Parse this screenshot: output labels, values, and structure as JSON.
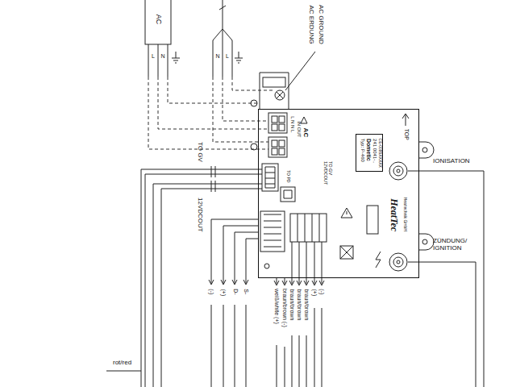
{
  "diagram": {
    "nodes": [
      {
        "text": [
          "TOP",
          "AC",
          "IN OUT",
          "L N N L",
          "TO GV 12VDCOUT",
          "TO PD",
          "HeatTec",
          "Heattechnik GmbH"
        ]
      },
      {
        "text": [
          "Typ: P-460",
          "Dometic",
          "241 0041-..",
          "CE-0085XXXXX"
        ],
        "in": 0
      }
    ],
    "labels": [
      "AC",
      "L",
      "N",
      "N",
      "L",
      "AC ERDUNG",
      "AC GROUND",
      "TO GV",
      "12VDCOUT",
      "IONISATION",
      "ZÜNDUNG/ IGNITION",
      "(-)",
      "(+)",
      "D-",
      "S-",
      "weiß/white (+)",
      "braun/brown (-)",
      "braun/brown",
      "braun/brown",
      "braun/brown",
      "(+)",
      "(-)",
      "rot/red"
    ]
  }
}
